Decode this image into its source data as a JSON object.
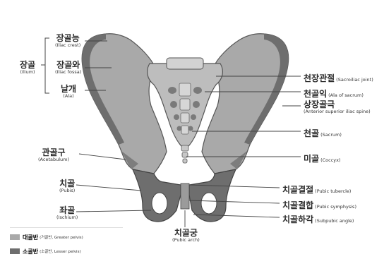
{
  "colors": {
    "greater_pelvis": "#a9a9a9",
    "lesser_pelvis": "#6e6e6e",
    "bone_light": "#c4c4c4",
    "outline": "#555555"
  },
  "labels": {
    "ilium_group": {
      "ko": "장골",
      "en": "(Ilium)"
    },
    "iliac_crest": {
      "ko": "장골능",
      "en": "(Iliac crest)"
    },
    "iliac_fossa": {
      "ko": "장골와",
      "en": "(Iliac fossa)"
    },
    "ala": {
      "ko": "날개",
      "en": "(Ala)"
    },
    "acetabulum": {
      "ko": "관골구",
      "en": "(Acetabulum)"
    },
    "pubis": {
      "ko": "치골",
      "en": "(Pubis)"
    },
    "ischium": {
      "ko": "좌골",
      "en": "(Ischium)"
    },
    "sacroiliac_joint": {
      "ko": "천장관절",
      "en": "(Sacroiliac joint)"
    },
    "ala_of_sacrum": {
      "ko": "천골익",
      "en": "(Ala of sacrum)"
    },
    "asis": {
      "ko": "상장골극",
      "en": "(Anterior superior iliac spine)"
    },
    "sacrum": {
      "ko": "천골",
      "en": "(Sacrum)"
    },
    "coccyx": {
      "ko": "미골",
      "en": "(Coccyx)"
    },
    "pubic_tubercle": {
      "ko": "치골결절",
      "en": "(Pubic tubercle)"
    },
    "pubic_symphysis": {
      "ko": "치골결합",
      "en": "(Pubic symphysis)"
    },
    "subpubic_angle": {
      "ko": "치골하각",
      "en": "(Subpubic angle)"
    },
    "pubic_arch": {
      "ko": "치골궁",
      "en": "(Pubic arch)"
    }
  },
  "legend": [
    {
      "ko": "대골반",
      "en": "(거골반, Greater pelvis)",
      "color": "#a9a9a9"
    },
    {
      "ko": "소골반",
      "en": "(소골반, Lesser pelvis)",
      "color": "#6e6e6e"
    }
  ]
}
